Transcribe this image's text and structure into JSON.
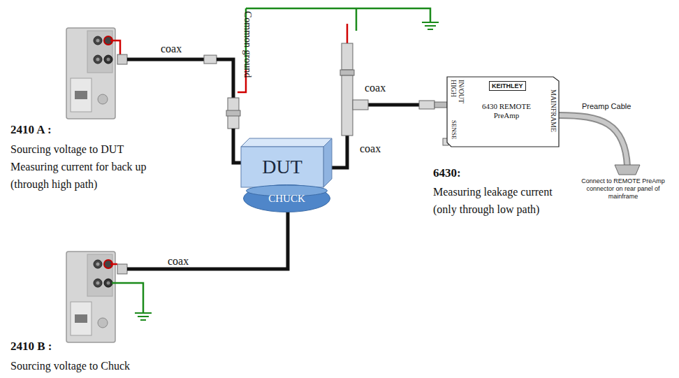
{
  "diagram": {
    "nodes": [
      {
        "text": [
          "DUT"
        ]
      },
      {
        "text": [
          "CHUCK"
        ]
      },
      {
        "text": [
          "KEITHLEY",
          "6430 REMOTE PreAmp",
          "IN/OUT HIGH",
          "SENSE",
          "MAINFRAME"
        ]
      }
    ],
    "edges": [
      {
        "from": 0,
        "to": 2,
        "arrow": "none"
      }
    ],
    "labels": [
      "coax",
      "coax",
      "coax",
      "coax",
      "Common ground",
      "2410 A :",
      "Sourcing voltage to DUT",
      "Measuring current for back up",
      "(through high path)",
      "2410 B :",
      "Sourcing voltage to Chuck",
      "6430:",
      "Measuring leakage current",
      "(only through low path)",
      "Preamp Cable",
      "Connect to REMOTE PreAmp connector on rear panel of mainframe"
    ]
  }
}
